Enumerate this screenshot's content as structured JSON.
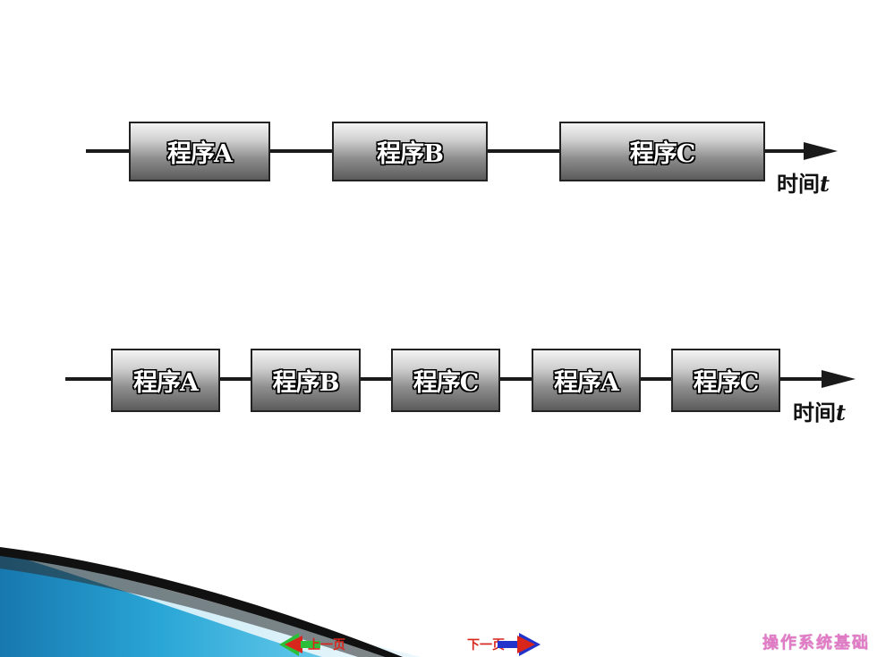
{
  "timeline_top": {
    "programs": [
      "程序A",
      "程序B",
      "程序C"
    ],
    "axis_label": "时间",
    "axis_var": "t"
  },
  "timeline_bottom": {
    "programs": [
      "程序A",
      "程序B",
      "程序C",
      "程序A",
      "程序C"
    ],
    "axis_label": "时间",
    "axis_var": "t"
  },
  "nav": {
    "prev_label": "上一页",
    "next_label": "下一页"
  },
  "footer": {
    "title": "操作系统基础"
  },
  "colors": {
    "swoosh_blue": "#2aa6d6",
    "swoosh_dark": "#111111",
    "nav_red": "#d8261c",
    "nav_green": "#2bbf3a",
    "nav_blue": "#2233cc",
    "footer_pink": "#e27cc6"
  }
}
